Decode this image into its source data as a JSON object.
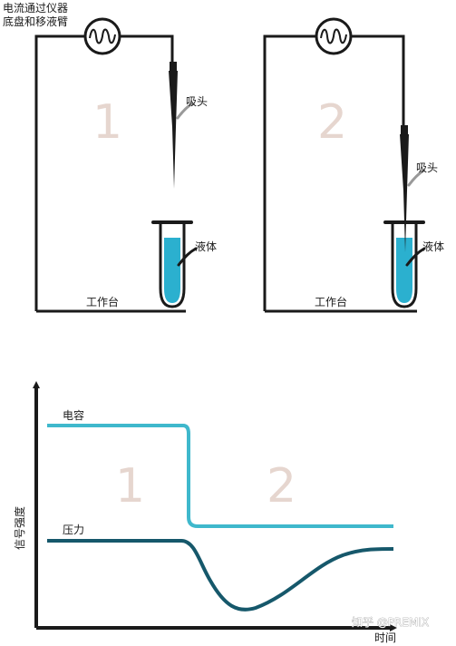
{
  "top": {
    "meter_label_line1": "电流通过仪器",
    "meter_label_line2": "底盘和移液臂",
    "panel1_number": "1",
    "panel2_number": "2",
    "tip_label": "吸头",
    "liquid_label": "液体",
    "worktable_label": "工作台"
  },
  "graph": {
    "y_axis_label": "信号强度",
    "x_axis_label": "时间",
    "capacitance_label": "电容",
    "pressure_label": "压力",
    "region1_number": "1",
    "region2_number": "2"
  },
  "watermark": "知乎 @PREMIX",
  "colors": {
    "liquid": "#2bb0cf",
    "capacitance_line": "#3fb8cc",
    "pressure_line": "#16586b",
    "frame": "#1a1a1a",
    "big_number": "#e6d6cf"
  }
}
